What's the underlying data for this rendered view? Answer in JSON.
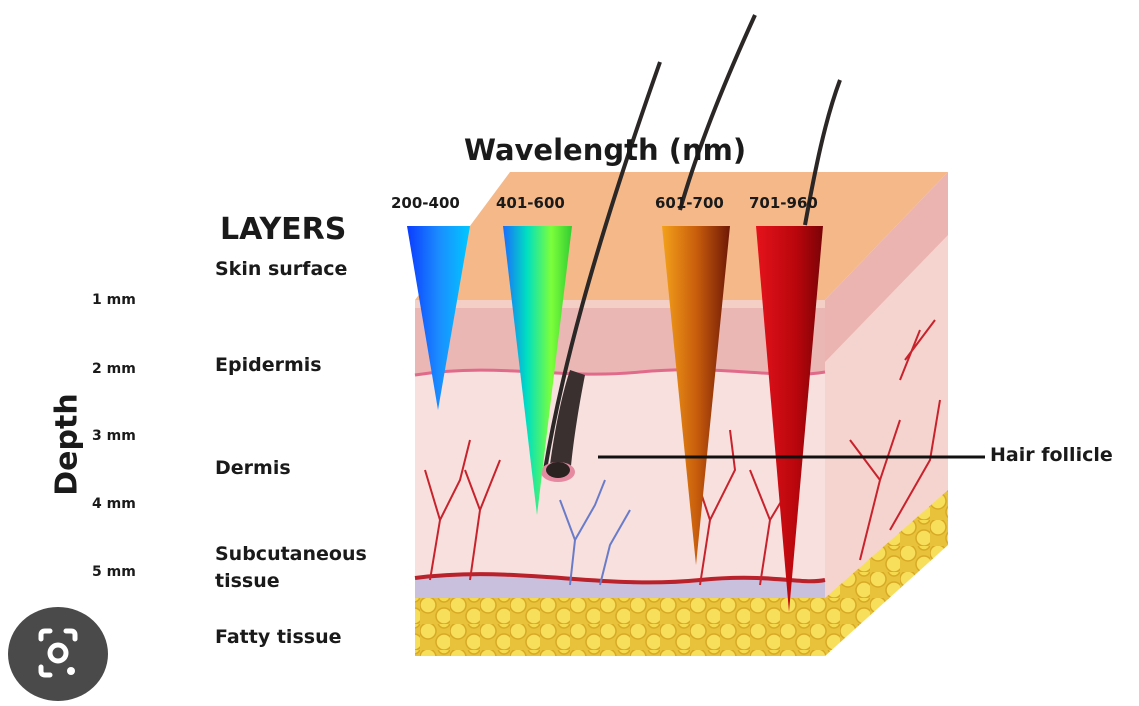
{
  "title": "Wavelength (nm)",
  "layers_heading": "LAYERS",
  "depth_label": "Depth",
  "layers": [
    "Skin surface",
    "Epidermis",
    "Dermis",
    "Subcutaneous tissue",
    "Fatty tissue"
  ],
  "depths": [
    "1 mm",
    "2 mm",
    "3 mm",
    "4 mm",
    "5 mm"
  ],
  "wavelengths": [
    "200-400",
    "401-600",
    "601-700",
    "701-960"
  ],
  "hair_follicle_label": "Hair follicle",
  "lens_icon": "google-lens-icon"
}
